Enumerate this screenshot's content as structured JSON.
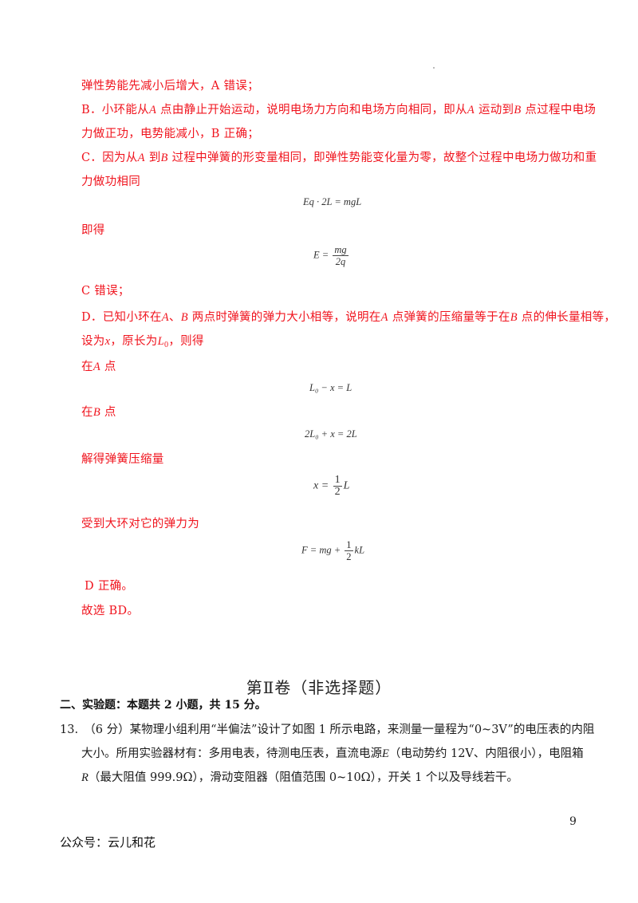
{
  "answer": {
    "line1": "弹性势能先减小后增大，A 错误；",
    "b_line1_pre": "B．小环能从",
    "b_line1_A": "A",
    "b_line1_mid": " 点由静止开始运动，说明电场力方向和电场方向相同，即从",
    "b_line1_A2": "A",
    "b_line1_mid2": " 运动到",
    "b_line1_B": "B",
    "b_line1_post": " 点过程中电场",
    "b_line2": "力做正功，电势能减小，B 正确；",
    "c_line1_pre": "C．因为从",
    "c_line1_A": "A",
    "c_line1_mid": " 到",
    "c_line1_B": "B",
    "c_line1_post": " 过程中弹簧的形变量相同，即弹性势能变化量为零，故整个过程中电场力做功和重",
    "c_line2": "力做功相同",
    "eq1": "Eq · 2L = mgL",
    "jide": "即得",
    "eq2_lhs": "E = ",
    "eq2_num": "mg",
    "eq2_den": "2q",
    "c_wrong": "C 错误；",
    "d_line1_pre": "D．已知小环在",
    "d_line1_A": "A",
    "d_line1_sep": "、",
    "d_line1_B": "B",
    "d_line1_mid": " 两点时弹簧的弹力大小相等，说明在",
    "d_line1_A2": "A",
    "d_line1_mid2": " 点弹簧的压缩量等于在",
    "d_line1_B2": "B",
    "d_line1_post": " 点的伸长量相等，",
    "d_line2_pre": "设为",
    "d_line2_x": "x",
    "d_line2_mid": "，原长为",
    "d_line2_L": "L",
    "d_line2_sub": "0",
    "d_line2_post": "，则得",
    "at_A_pre": "在",
    "at_A_var": "A",
    "at_A_post": " 点",
    "eq3": "L₀ − x = L",
    "at_B_pre": "在",
    "at_B_var": "B",
    "at_B_post": " 点",
    "eq4": "2L₀ + x = 2L",
    "solve": "解得弹簧压缩量",
    "eq5_lhs": "x = ",
    "eq5_num": "1",
    "eq5_den": "2",
    "eq5_rhs": "L",
    "force": "受到大环对它的弹力为",
    "eq6_lhs": "F = mg + ",
    "eq6_num": "1",
    "eq6_den": "2",
    "eq6_rhs": "kL",
    "d_correct": "D 正确。",
    "conclusion": "故选 BD。"
  },
  "part2": {
    "heading": "第Ⅱ卷（非选择题）",
    "section": "二、实验题：本题共 2 小题，共 15 分。",
    "q13_line1": "13.　（6 分）某物理小组利用“半偏法”设计了如图 1 所示电路，来测量一量程为“0~3V”的电压表的内阻",
    "q13_line2_pre": "大小。所用实验器材有：多用电表，待测电压表，直流电源",
    "q13_line2_E": "E",
    "q13_line2_post": "（电动势约 12V、内阻很小），电阻箱",
    "q13_line3_R": "R",
    "q13_line3_post": "（最大阻值 999.9Ω），滑动变阻器（阻值范围 0~10Ω），开关 1 个以及导线若干。"
  },
  "footer": {
    "page_number": "9",
    "watermark": "公众号：云儿和花"
  },
  "colors": {
    "answer_text": "#f0141e",
    "body_text": "#1a1a1a"
  }
}
